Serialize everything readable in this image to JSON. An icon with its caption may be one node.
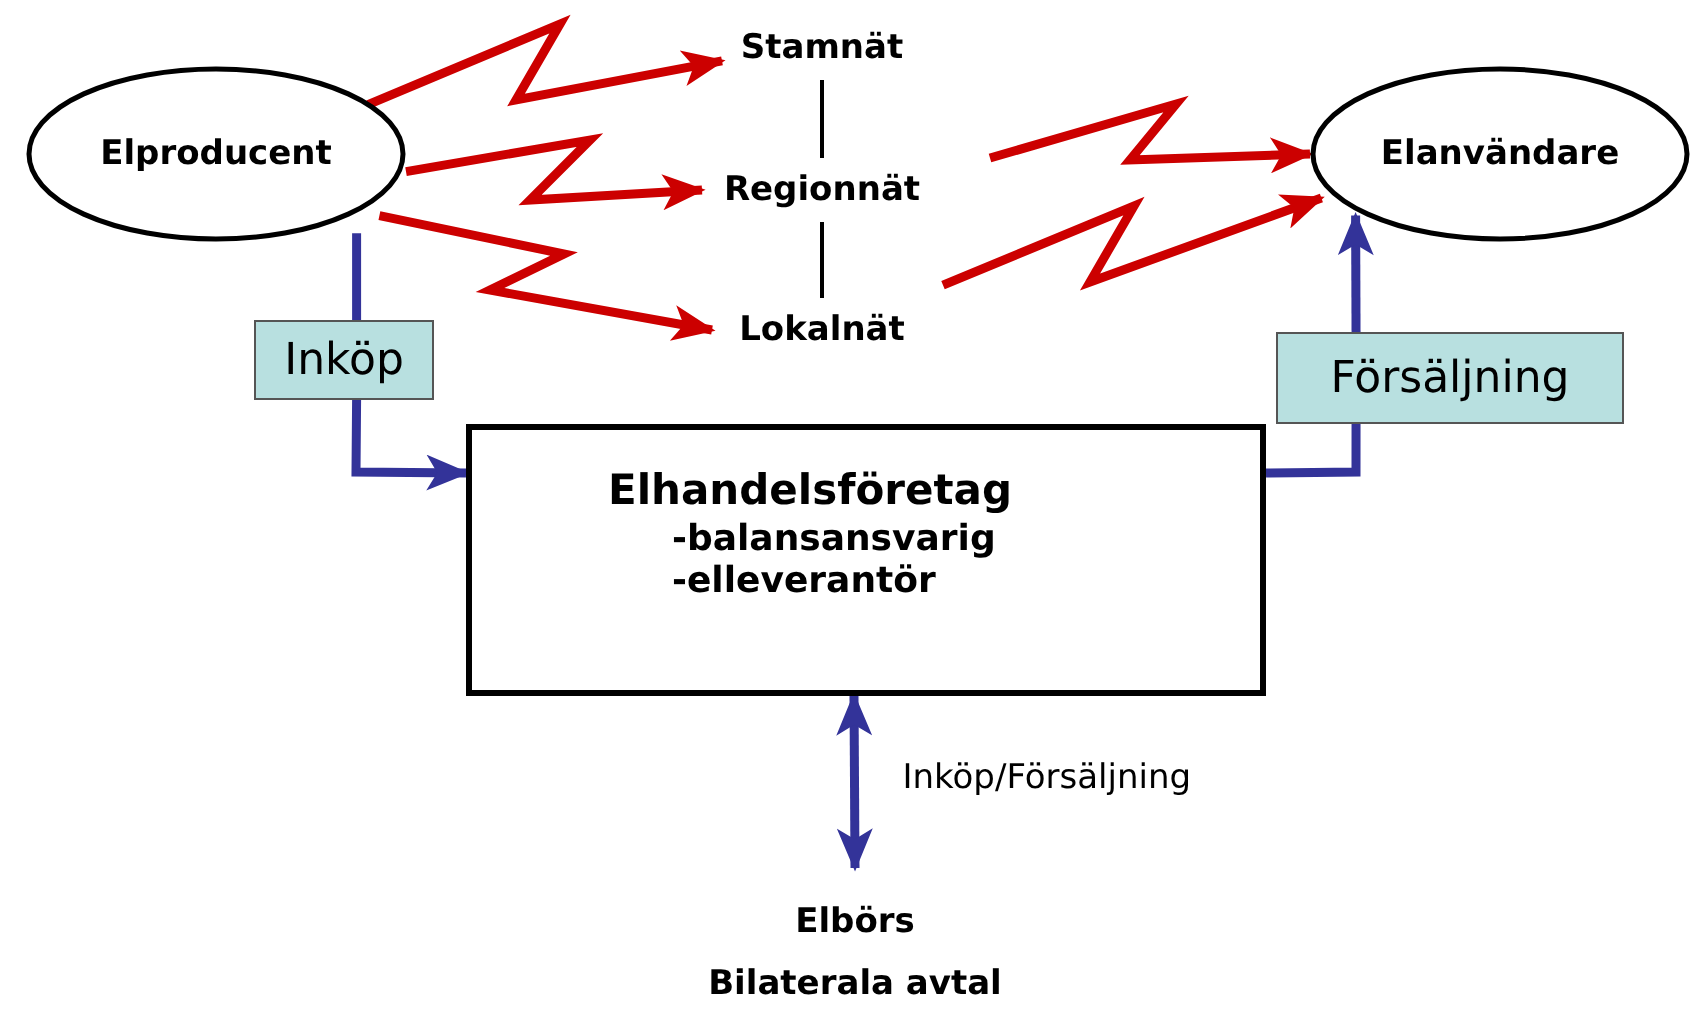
{
  "diagram": {
    "nodes": [
      {
        "text": [
          "Elproducent"
        ]
      },
      {
        "text": [
          "Stamnät"
        ]
      },
      {
        "text": [
          "Regionnät"
        ]
      },
      {
        "text": [
          "Lokalnät"
        ]
      },
      {
        "text": [
          "Elanvändare"
        ]
      },
      {
        "text": [
          "Inköp"
        ]
      },
      {
        "text": [
          "Försäljning"
        ]
      },
      {
        "text": [
          "Elhandelsföretag",
          "-balansansvarig",
          "-elleverantör"
        ]
      },
      {
        "text": [
          "Elbörs",
          "Bilaterala avtal"
        ]
      }
    ],
    "edges": [
      {
        "from": 0,
        "to": 1,
        "arrow": "to"
      },
      {
        "from": 0,
        "to": 2,
        "arrow": "to"
      },
      {
        "from": 0,
        "to": 3,
        "arrow": "to"
      },
      {
        "from": 1,
        "to": 2,
        "arrow": "none",
        "color": "#000000"
      },
      {
        "from": 2,
        "to": 3,
        "arrow": "none",
        "color": "#000000"
      },
      {
        "from": 2,
        "to": 4,
        "arrow": "to"
      },
      {
        "from": 3,
        "to": 4,
        "arrow": "to"
      },
      {
        "from": 0,
        "to": 5,
        "arrow": "none",
        "color": "#333399"
      },
      {
        "from": 5,
        "to": 7,
        "arrow": "to",
        "color": "#333399"
      },
      {
        "from": 7,
        "to": 6,
        "arrow": "none",
        "color": "#333399"
      },
      {
        "from": 6,
        "to": 4,
        "arrow": "to",
        "color": "#333399"
      },
      {
        "from": 7,
        "to": 8,
        "arrow": "both",
        "label": "Inköp/Försäljning",
        "color": "#333399"
      }
    ]
  }
}
